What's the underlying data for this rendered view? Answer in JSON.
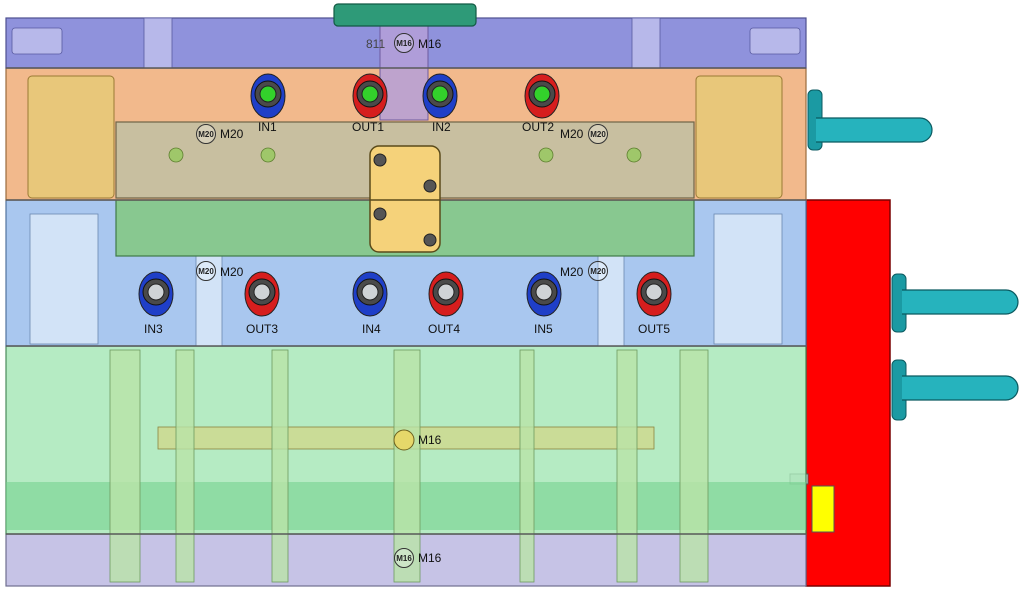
{
  "labels": {
    "fittings": [
      {
        "name": "IN1",
        "ring": "blue",
        "core": "green"
      },
      {
        "name": "OUT1",
        "ring": "red",
        "core": "green"
      },
      {
        "name": "IN2",
        "ring": "blue",
        "core": "green"
      },
      {
        "name": "OUT2",
        "ring": "red",
        "core": "green"
      },
      {
        "name": "IN3",
        "ring": "blue",
        "core": "grey"
      },
      {
        "name": "OUT3",
        "ring": "red",
        "core": "grey"
      },
      {
        "name": "IN4",
        "ring": "blue",
        "core": "grey"
      },
      {
        "name": "OUT4",
        "ring": "red",
        "core": "grey"
      },
      {
        "name": "IN5",
        "ring": "blue",
        "core": "grey"
      },
      {
        "name": "OUT5",
        "ring": "red",
        "core": "grey"
      }
    ],
    "thread_m16": "M16",
    "thread_m20": "M20",
    "badge_m16": "M16",
    "badge_m20": "M20",
    "partial_top": "811"
  },
  "colors": {
    "top_clamp_plate": "#8f92dc",
    "cavity_plate": "#f2b98c",
    "cavity_insert": "#c8bfa0",
    "core_plate": "#a9c7ef",
    "core_insert": "#88c890",
    "ejector_box": "#a8e8b8",
    "bottom_plate": "#c6c3e6",
    "hot_runner_box": "#ff0000",
    "water_pipe": "#1fa7b0",
    "locating_ring": "#2e9a78",
    "interlock_block": "#f5d27a"
  }
}
